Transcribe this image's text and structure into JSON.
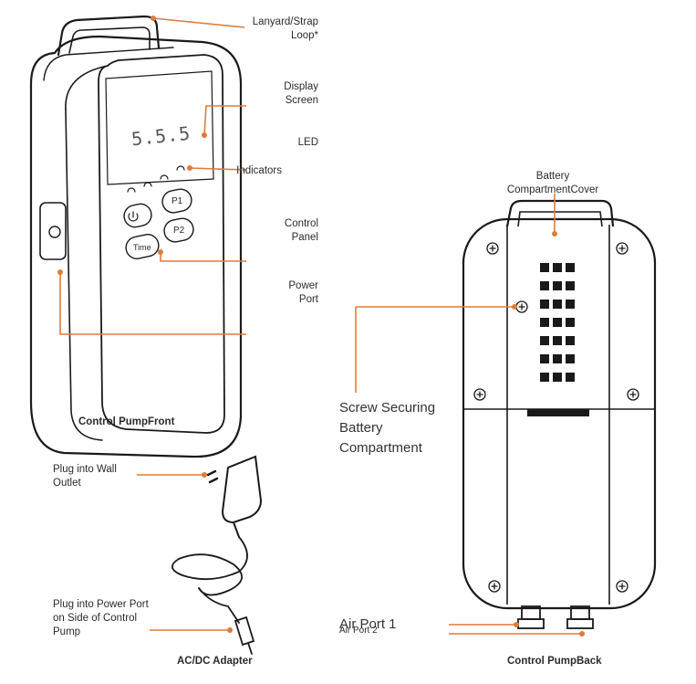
{
  "front": {
    "labels": {
      "lanyard": "Lanyard/Strap\nLoop*",
      "display": "Display\nScreen",
      "led": "LED",
      "indicators": "Indicators",
      "control_panel": "Control\nPanel",
      "power_port": "Power\nPort"
    },
    "caption": "Control PumpFront",
    "screen_digits": "5.5.5",
    "buttons": {
      "p1": "P1",
      "p2": "P2",
      "time": "Time"
    }
  },
  "adapter": {
    "plug_wall": "Plug into Wall\nOutlet",
    "plug_port": "Plug into Power Port\non Side of Control\nPump",
    "caption": "AC/DC Adapter"
  },
  "back": {
    "battery_cover": "Battery\nCompartmentCover",
    "screw": "Screw Securing\nBattery\nCompartment",
    "air_port_1": "Air Port 1",
    "air_port_2": "Air Port 2",
    "caption": "Control PumpBack"
  },
  "colors": {
    "leader": "#e07b39",
    "outline": "#1a1a1a"
  }
}
